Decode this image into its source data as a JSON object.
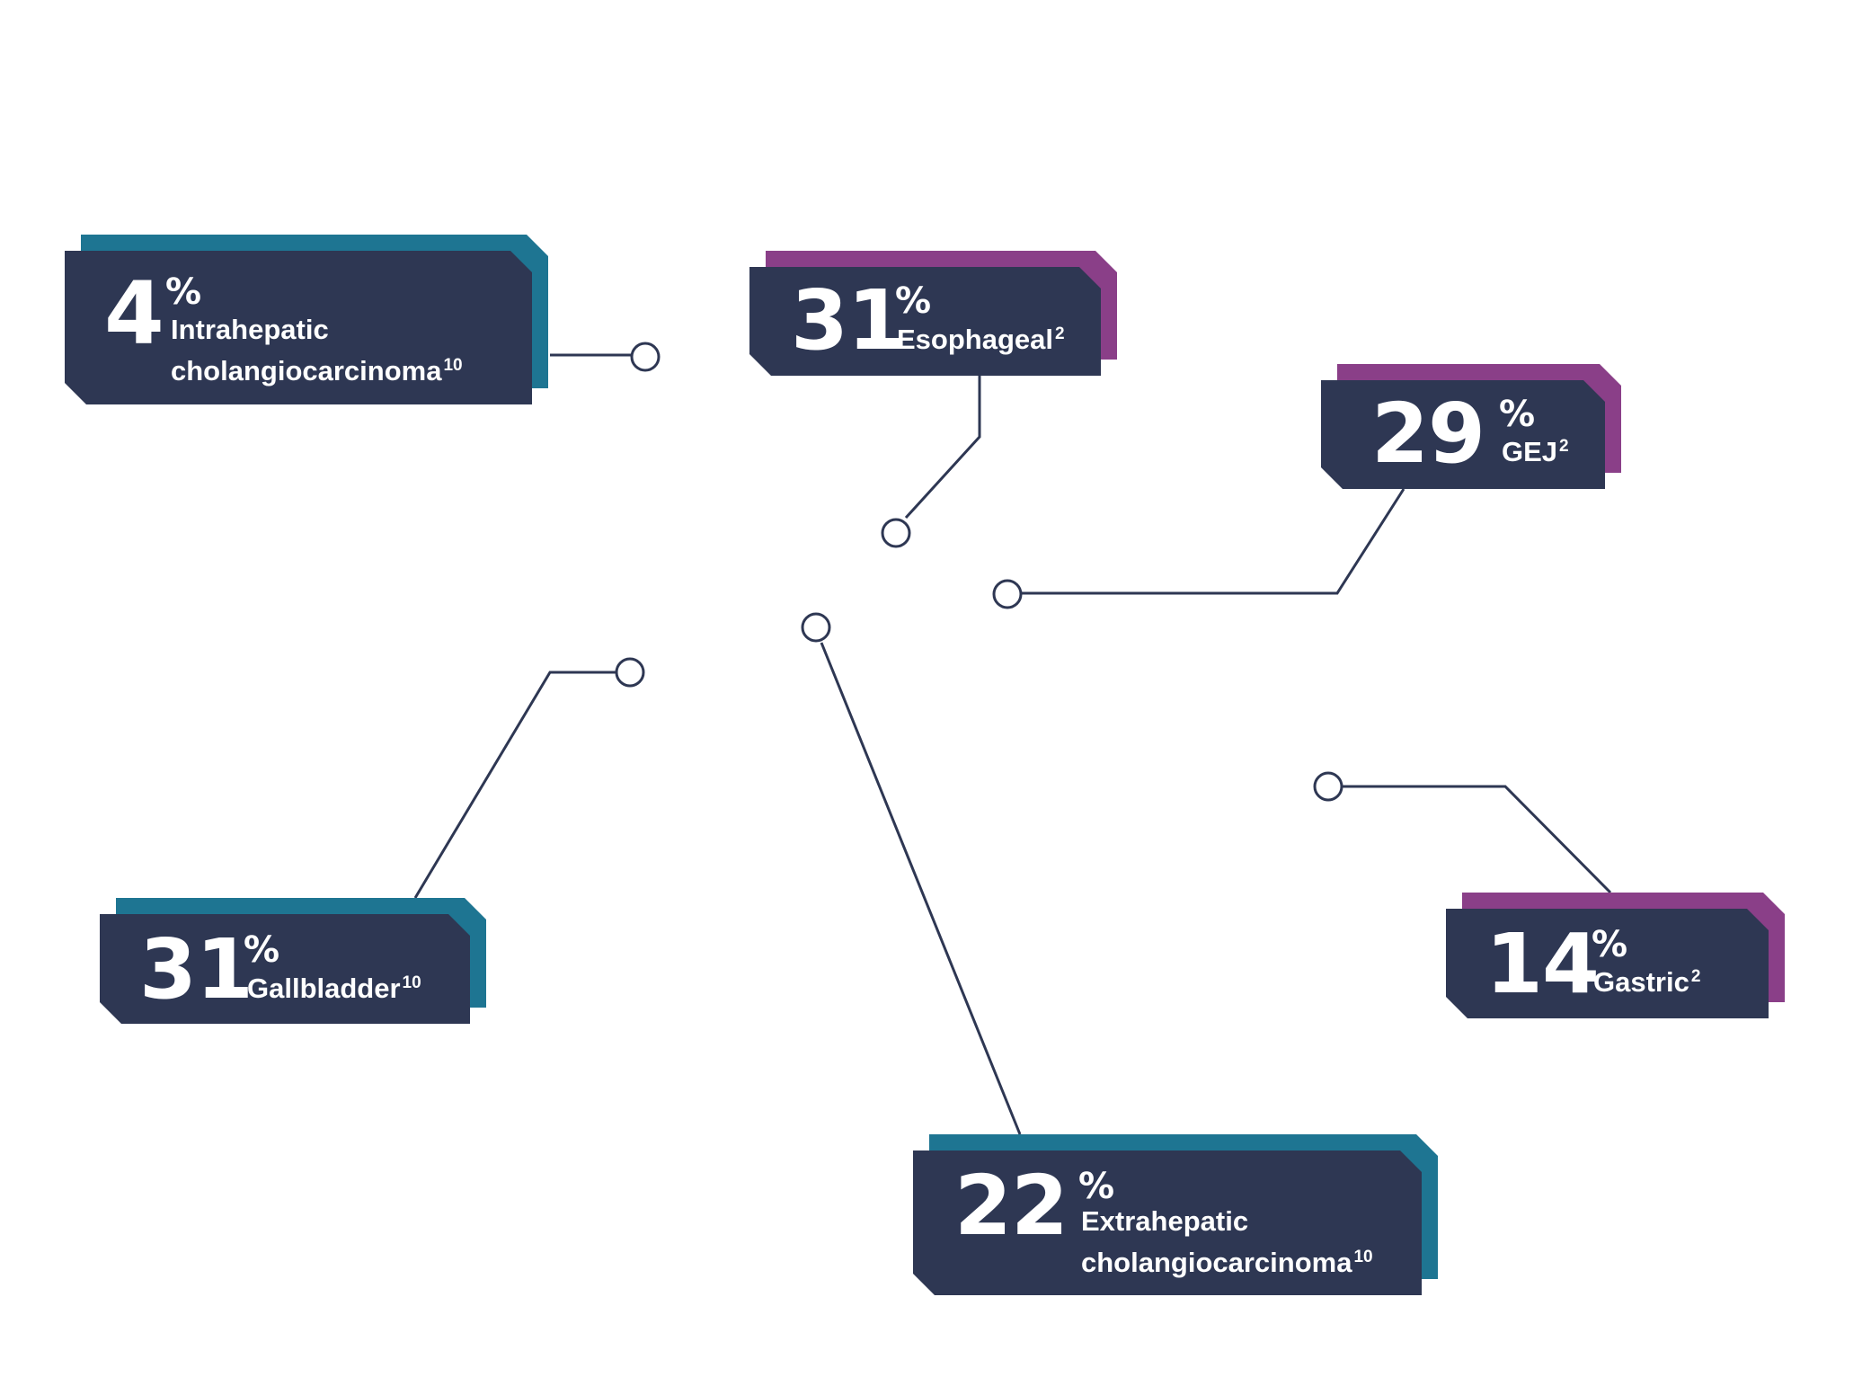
{
  "colors": {
    "navy": "#2e3753",
    "teal": "#1e7592",
    "purple": "#8a3f88",
    "connector": "#2e3753",
    "text": "#ffffff"
  },
  "cards": {
    "intrahepatic": {
      "value": "4",
      "unit": "%",
      "label_line1": "Intrahepatic",
      "label_line2": "cholangiocarcinoma",
      "ref": "10",
      "accent": "teal"
    },
    "esophageal": {
      "value": "31",
      "unit": "%",
      "label_line1": "Esophageal",
      "ref": "2",
      "accent": "purple"
    },
    "gej": {
      "value": "29",
      "unit": "%",
      "label_line1": "GEJ",
      "ref": "2",
      "accent": "purple"
    },
    "gallbladder": {
      "value": "31",
      "unit": "%",
      "label_line1": "Gallbladder",
      "ref": "10",
      "accent": "teal"
    },
    "gastric": {
      "value": "14",
      "unit": "%",
      "label_line1": "Gastric",
      "ref": "2",
      "accent": "purple"
    },
    "extrahepatic": {
      "value": "22",
      "unit": "%",
      "label_line1": "Extrahepatic",
      "label_line2": "cholangiocarcinoma",
      "ref": "10",
      "accent": "teal"
    }
  }
}
